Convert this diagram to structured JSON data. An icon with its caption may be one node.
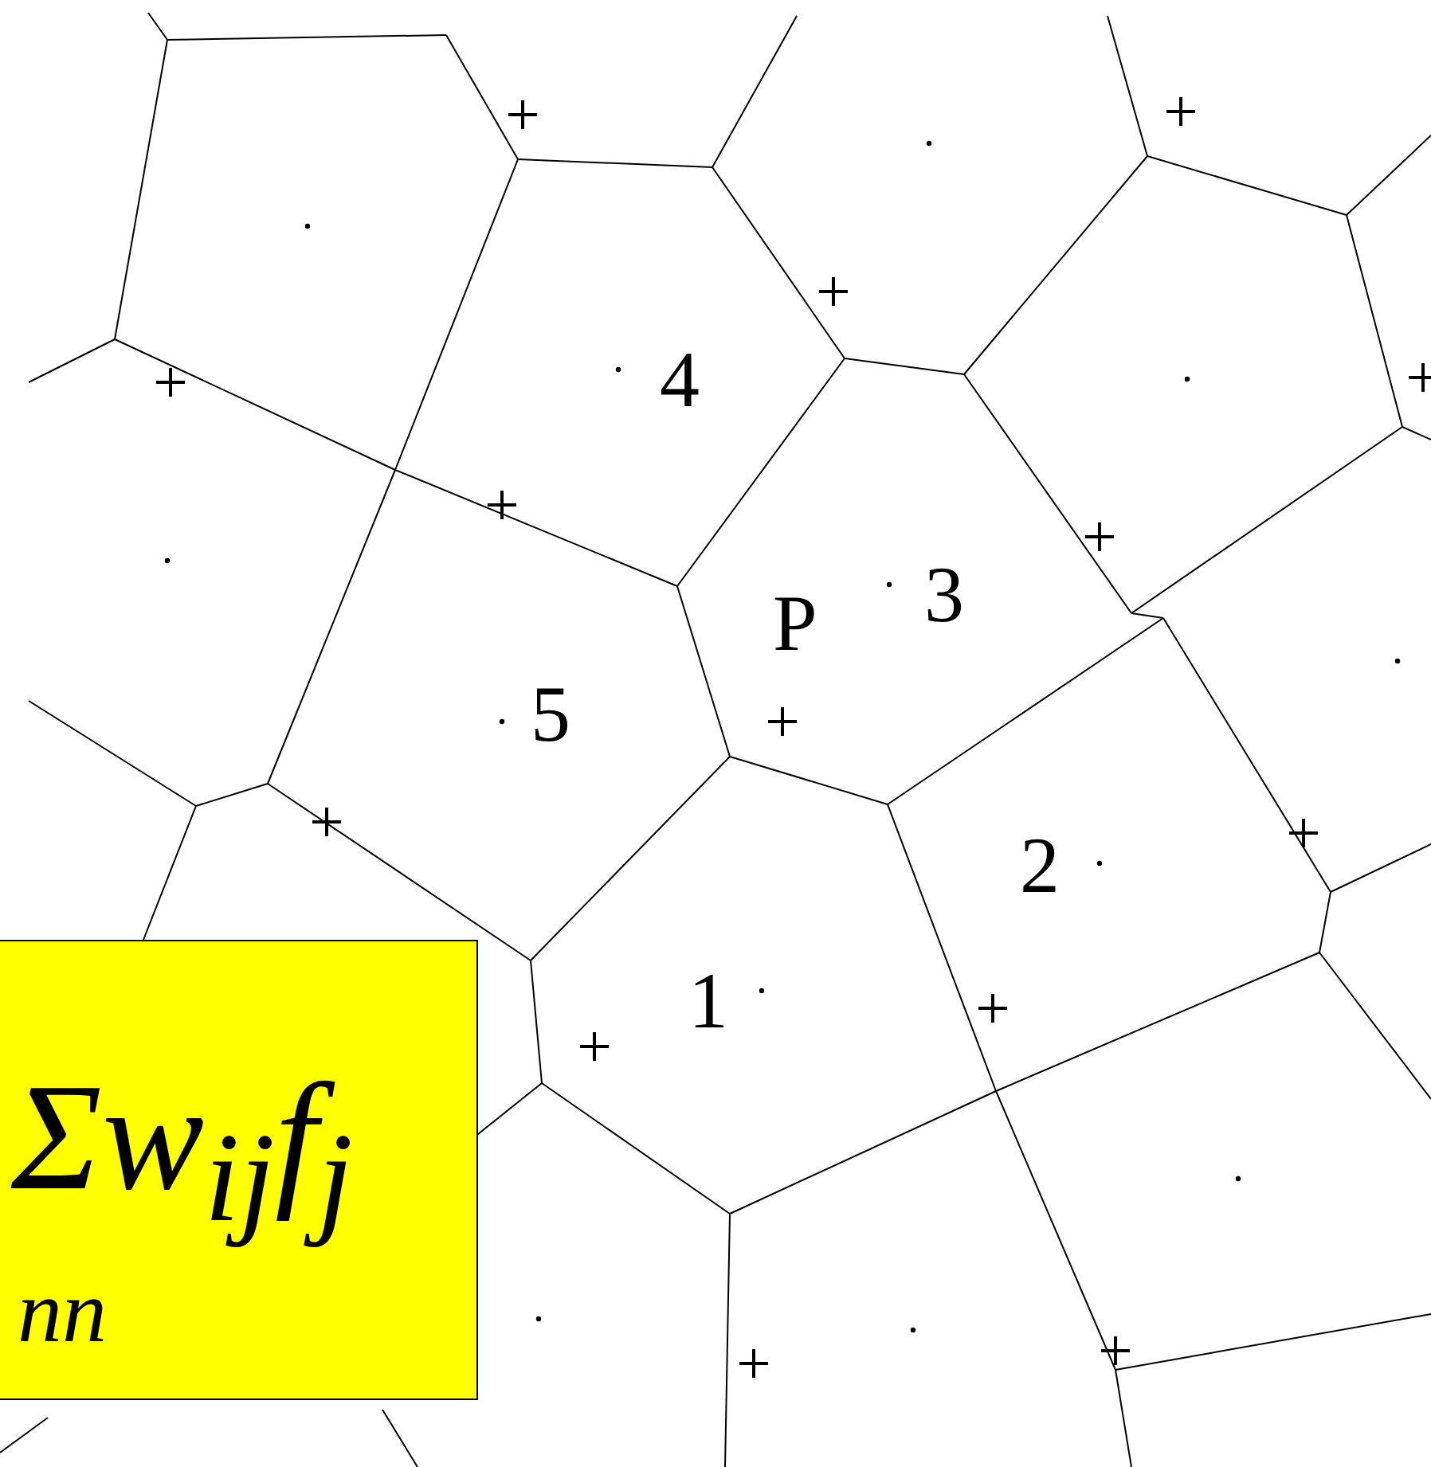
{
  "diagram": {
    "labels": [
      "4",
      "P",
      "3",
      "5",
      "2",
      "1",
      "Σw$_{ij}$f$_{j}$",
      "nn"
    ]
  }
}
